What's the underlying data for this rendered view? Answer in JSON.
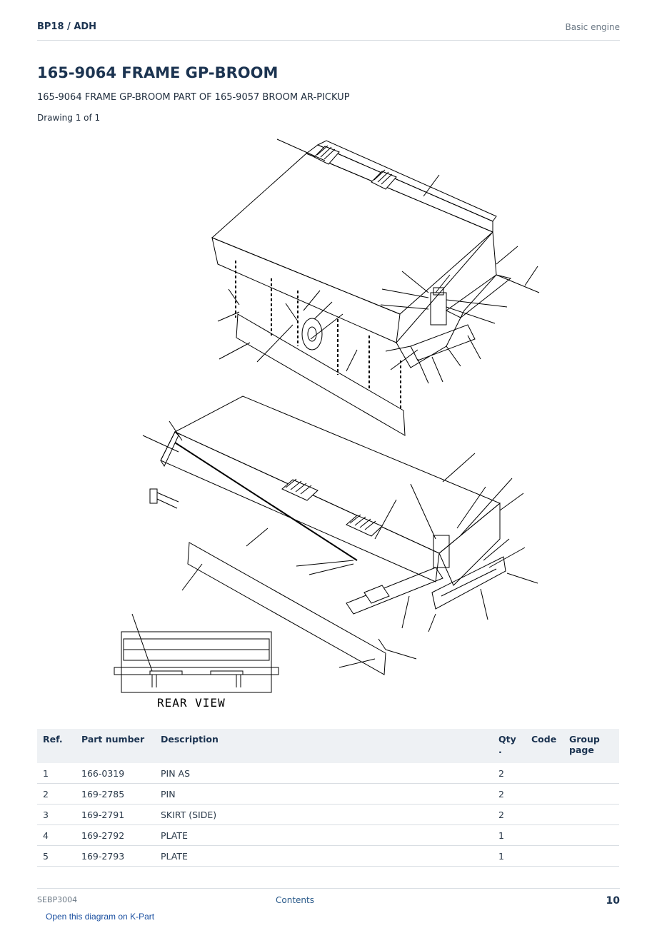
{
  "header": {
    "breadcrumb": "BP18  /  ADH",
    "section": "Basic engine"
  },
  "title": "165-9064 FRAME GP-BROOM",
  "subtitle": "165-9064 FRAME GP-BROOM PART OF 165-9057 BROOM AR-PICKUP",
  "drawing_label": "Drawing 1 of 1",
  "diagram": {
    "rear_view_label": "REAR VIEW"
  },
  "table": {
    "headers": [
      "Ref.",
      "Part number",
      "Description",
      "Qty .",
      "Code",
      "Group page"
    ],
    "rows": [
      {
        "ref": "1",
        "part": "166-0319",
        "desc": "PIN AS",
        "qty": "2",
        "code": "",
        "group": ""
      },
      {
        "ref": "2",
        "part": "169-2785",
        "desc": "PIN",
        "qty": "2",
        "code": "",
        "group": ""
      },
      {
        "ref": "3",
        "part": "169-2791",
        "desc": "SKIRT (SIDE)",
        "qty": "2",
        "code": "",
        "group": ""
      },
      {
        "ref": "4",
        "part": "169-2792",
        "desc": "PLATE",
        "qty": "1",
        "code": "",
        "group": ""
      },
      {
        "ref": "5",
        "part": "169-2793",
        "desc": "PLATE",
        "qty": "1",
        "code": "",
        "group": ""
      }
    ]
  },
  "footer": {
    "doc_id": "SEBP3004",
    "contents_link": "Contents",
    "page_number": "10",
    "kpart_link": "Open this diagram on K-Part"
  }
}
